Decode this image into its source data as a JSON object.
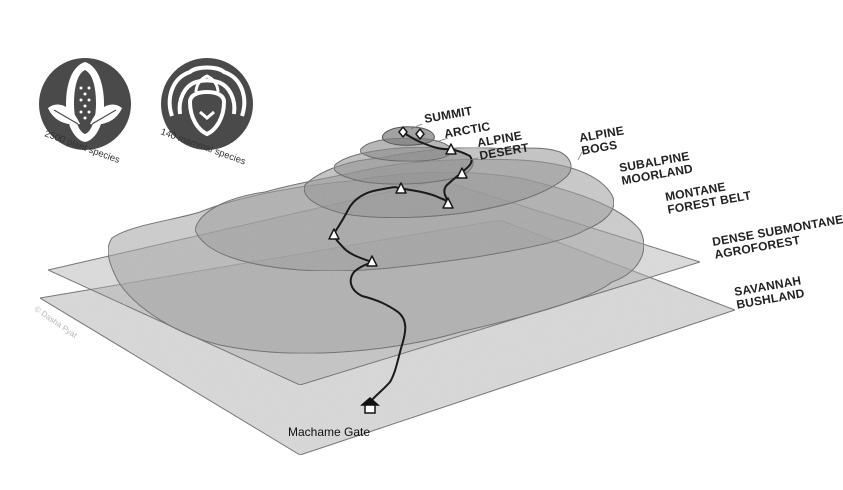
{
  "badges": {
    "plants": {
      "caption": "2500 plant species",
      "icon": "leaf-seed-icon"
    },
    "mammals": {
      "caption": "140 mammal species",
      "icon": "lion-face-icon"
    }
  },
  "zones": [
    {
      "id": "summit",
      "lines": [
        "SUMMIT"
      ]
    },
    {
      "id": "arctic",
      "lines": [
        "ARCTIC"
      ]
    },
    {
      "id": "alpine-desert",
      "lines": [
        "ALPINE",
        "DESERT"
      ]
    },
    {
      "id": "alpine-bogs",
      "lines": [
        "ALPINE",
        "BOGS"
      ]
    },
    {
      "id": "subalpine-moorland",
      "lines": [
        "SUBALPINE",
        "MOORLAND"
      ]
    },
    {
      "id": "montane-forest-belt",
      "lines": [
        "MONTANE",
        "FOREST BELT"
      ]
    },
    {
      "id": "dense-submontane-agroforest",
      "lines": [
        "DENSE SUBMONTANE",
        "AGROFOREST"
      ]
    },
    {
      "id": "savannah-bushland",
      "lines": [
        "SAVANNAH",
        "BUSHLAND"
      ]
    }
  ],
  "gate": {
    "label": "Machame Gate",
    "icon": "hut-icon"
  },
  "credit": "© Dasha Pyat",
  "colors": {
    "layer_fill": "#a7a7a7",
    "layer_stroke": "#6e6e6e",
    "trail": "#1a1a1a",
    "badge": "#4a4a4a",
    "label": "#222222"
  }
}
